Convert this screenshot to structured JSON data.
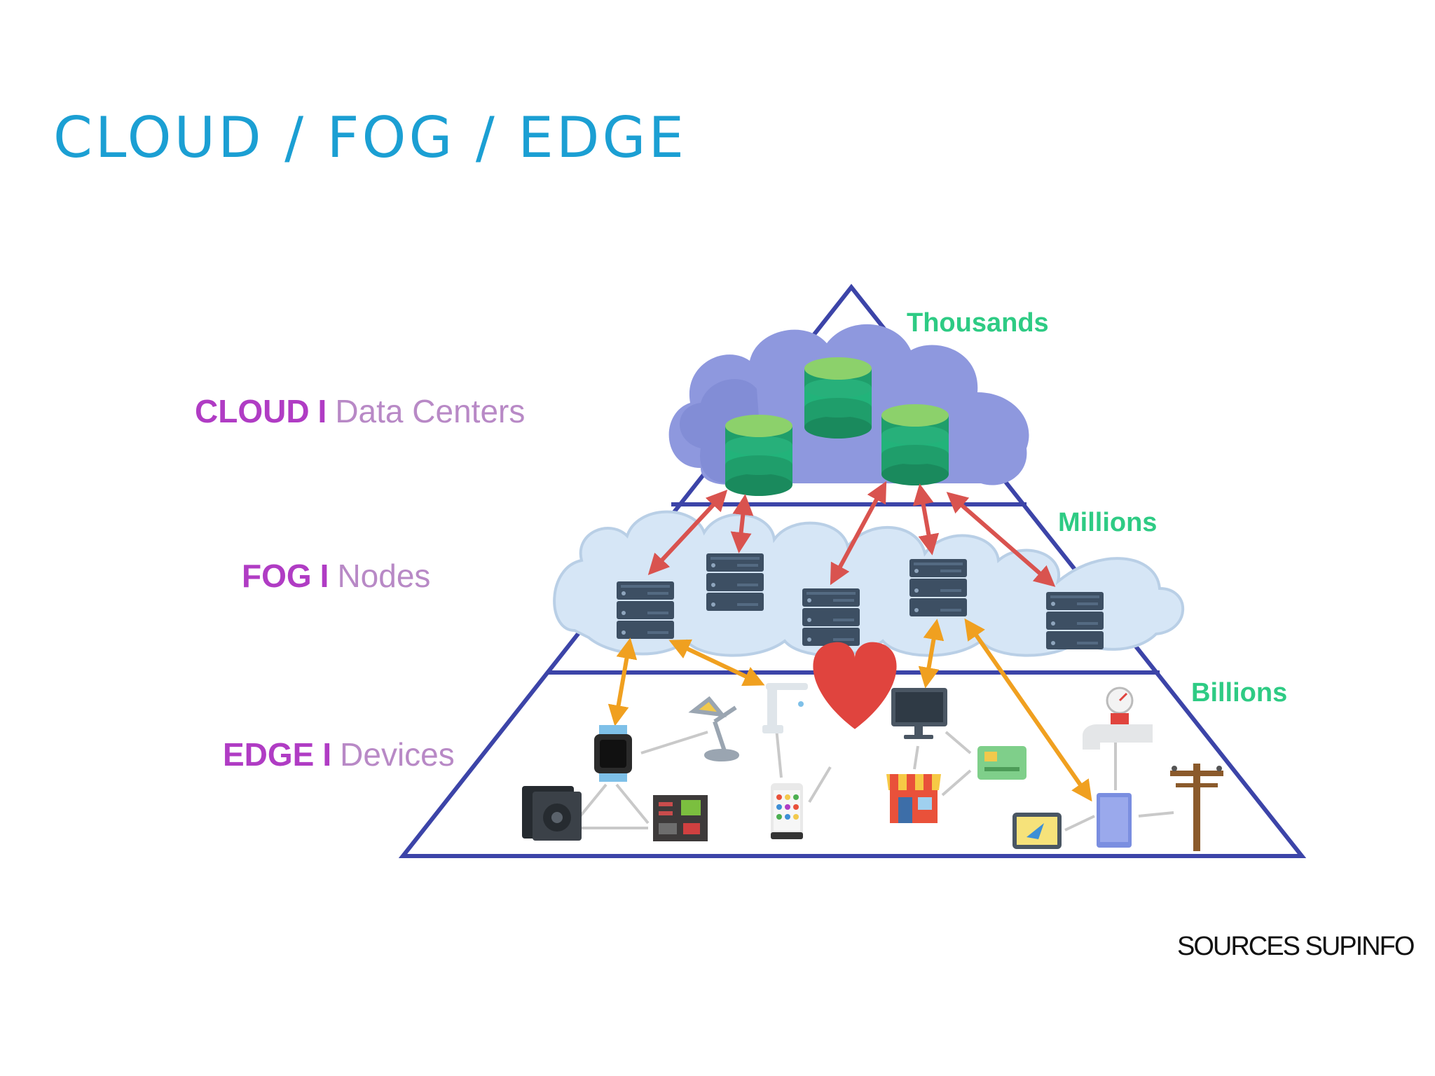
{
  "title": "CLOUD / FOG / EDGE",
  "layers": {
    "cloud": {
      "name": "CLOUD",
      "separator": "I",
      "description": "Data Centers"
    },
    "fog": {
      "name": "FOG",
      "separator": "I",
      "description": "Nodes"
    },
    "edge": {
      "name": "EDGE",
      "separator": "I",
      "description": "Devices"
    }
  },
  "scale": {
    "thousands": "Thousands",
    "millions": "Millions",
    "billions": "Billions"
  },
  "source": "SOURCES SUPINFO",
  "colors": {
    "title": "#1b9fd3",
    "layer_name": "#b03cc4",
    "layer_desc": "#b889c6",
    "scale": "#2ecb84",
    "pyramid": "#3c44a8",
    "cloud": "#8e98de",
    "fog": "#d6e6f6",
    "red_arrow": "#d9534f",
    "orange_arrow": "#f0a020"
  },
  "icons": [
    "database-icon",
    "server-icon",
    "smartwatch-icon",
    "desk-lamp-icon",
    "faucet-icon",
    "heart-rate-icon",
    "monitor-icon",
    "credit-card-icon",
    "storefront-icon",
    "speaker-icon",
    "circuit-board-icon",
    "smartphone-icon",
    "gps-tablet-icon",
    "tablet-icon",
    "gauge-pipe-icon",
    "power-pole-icon"
  ]
}
